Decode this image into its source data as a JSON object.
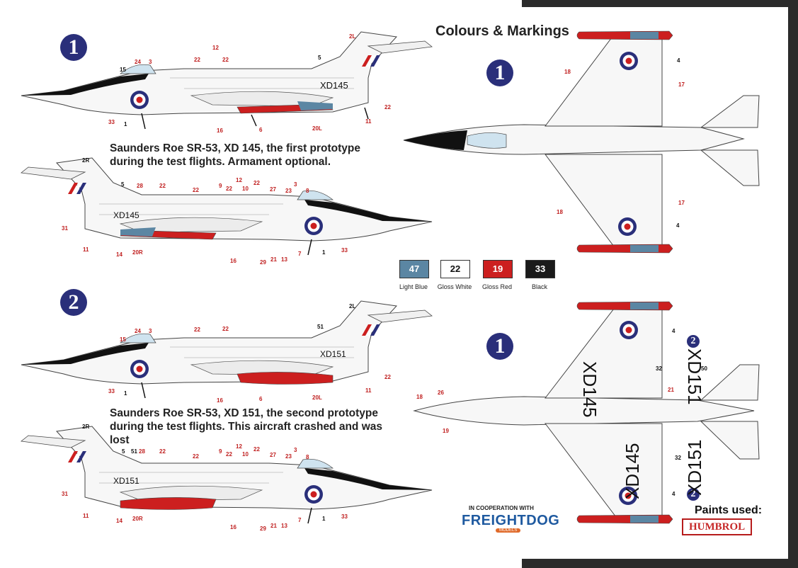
{
  "title": "Colours & Markings",
  "badges": {
    "one": "1",
    "two": "2"
  },
  "caption1": {
    "line1": "Saunders Roe SR-53, XD 145, the first prototype",
    "line2": "during the test flights. Armament optional."
  },
  "caption2": {
    "line1": "Saunders Roe SR-53, XD 151, the second prototype",
    "line2": "during the test flights. This aircraft crashed and was",
    "line3": "lost"
  },
  "serials": {
    "xd145": "XD145",
    "xd151": "XD151",
    "xd145_mirror": "XD145",
    "xd151_mirror": "XD151"
  },
  "swatches": [
    {
      "code": "47",
      "name": "Light  Blue",
      "color": "#5b86a3"
    },
    {
      "code": "22",
      "name": "Gloss White",
      "color": "#ffffff"
    },
    {
      "code": "19",
      "name": "Gloss Red",
      "color": "#cc1f1f"
    },
    {
      "code": "33",
      "name": "Black",
      "color": "#1a1a1a"
    }
  ],
  "cooperation": "IN COOPERATION WITH",
  "freightdog": "FREIGHTDOG",
  "freightdog_sub": "MODELS",
  "paints_used": "Paints used:",
  "humbrol": "HUMBROL",
  "callouts": {
    "p1": [
      "24",
      "3",
      "22",
      "12",
      "22",
      "5",
      "2L",
      "15",
      "33",
      "1",
      "16",
      "6",
      "20L",
      "11",
      "22"
    ],
    "p2": [
      "2R",
      "5",
      "28",
      "22",
      "22",
      "9",
      "22",
      "12",
      "10",
      "22",
      "27",
      "23",
      "3",
      "8",
      "31",
      "11",
      "14",
      "20R",
      "16",
      "29",
      "21",
      "13",
      "7",
      "1",
      "33"
    ],
    "p3": [
      "24",
      "3",
      "22",
      "22",
      "51",
      "2L",
      "15",
      "33",
      "1",
      "16",
      "6",
      "20L",
      "11",
      "22"
    ],
    "p4": [
      "2R",
      "5",
      "51",
      "28",
      "22",
      "22",
      "9",
      "22",
      "12",
      "10",
      "22",
      "27",
      "23",
      "3",
      "8",
      "31",
      "11",
      "14",
      "20R",
      "16",
      "29",
      "21",
      "13",
      "7",
      "1",
      "33"
    ],
    "top": [
      "18",
      "17",
      "4",
      "18",
      "17",
      "4"
    ],
    "bottom": [
      "4",
      "32",
      "50",
      "21",
      "18",
      "26",
      "19",
      "32",
      "4"
    ]
  }
}
